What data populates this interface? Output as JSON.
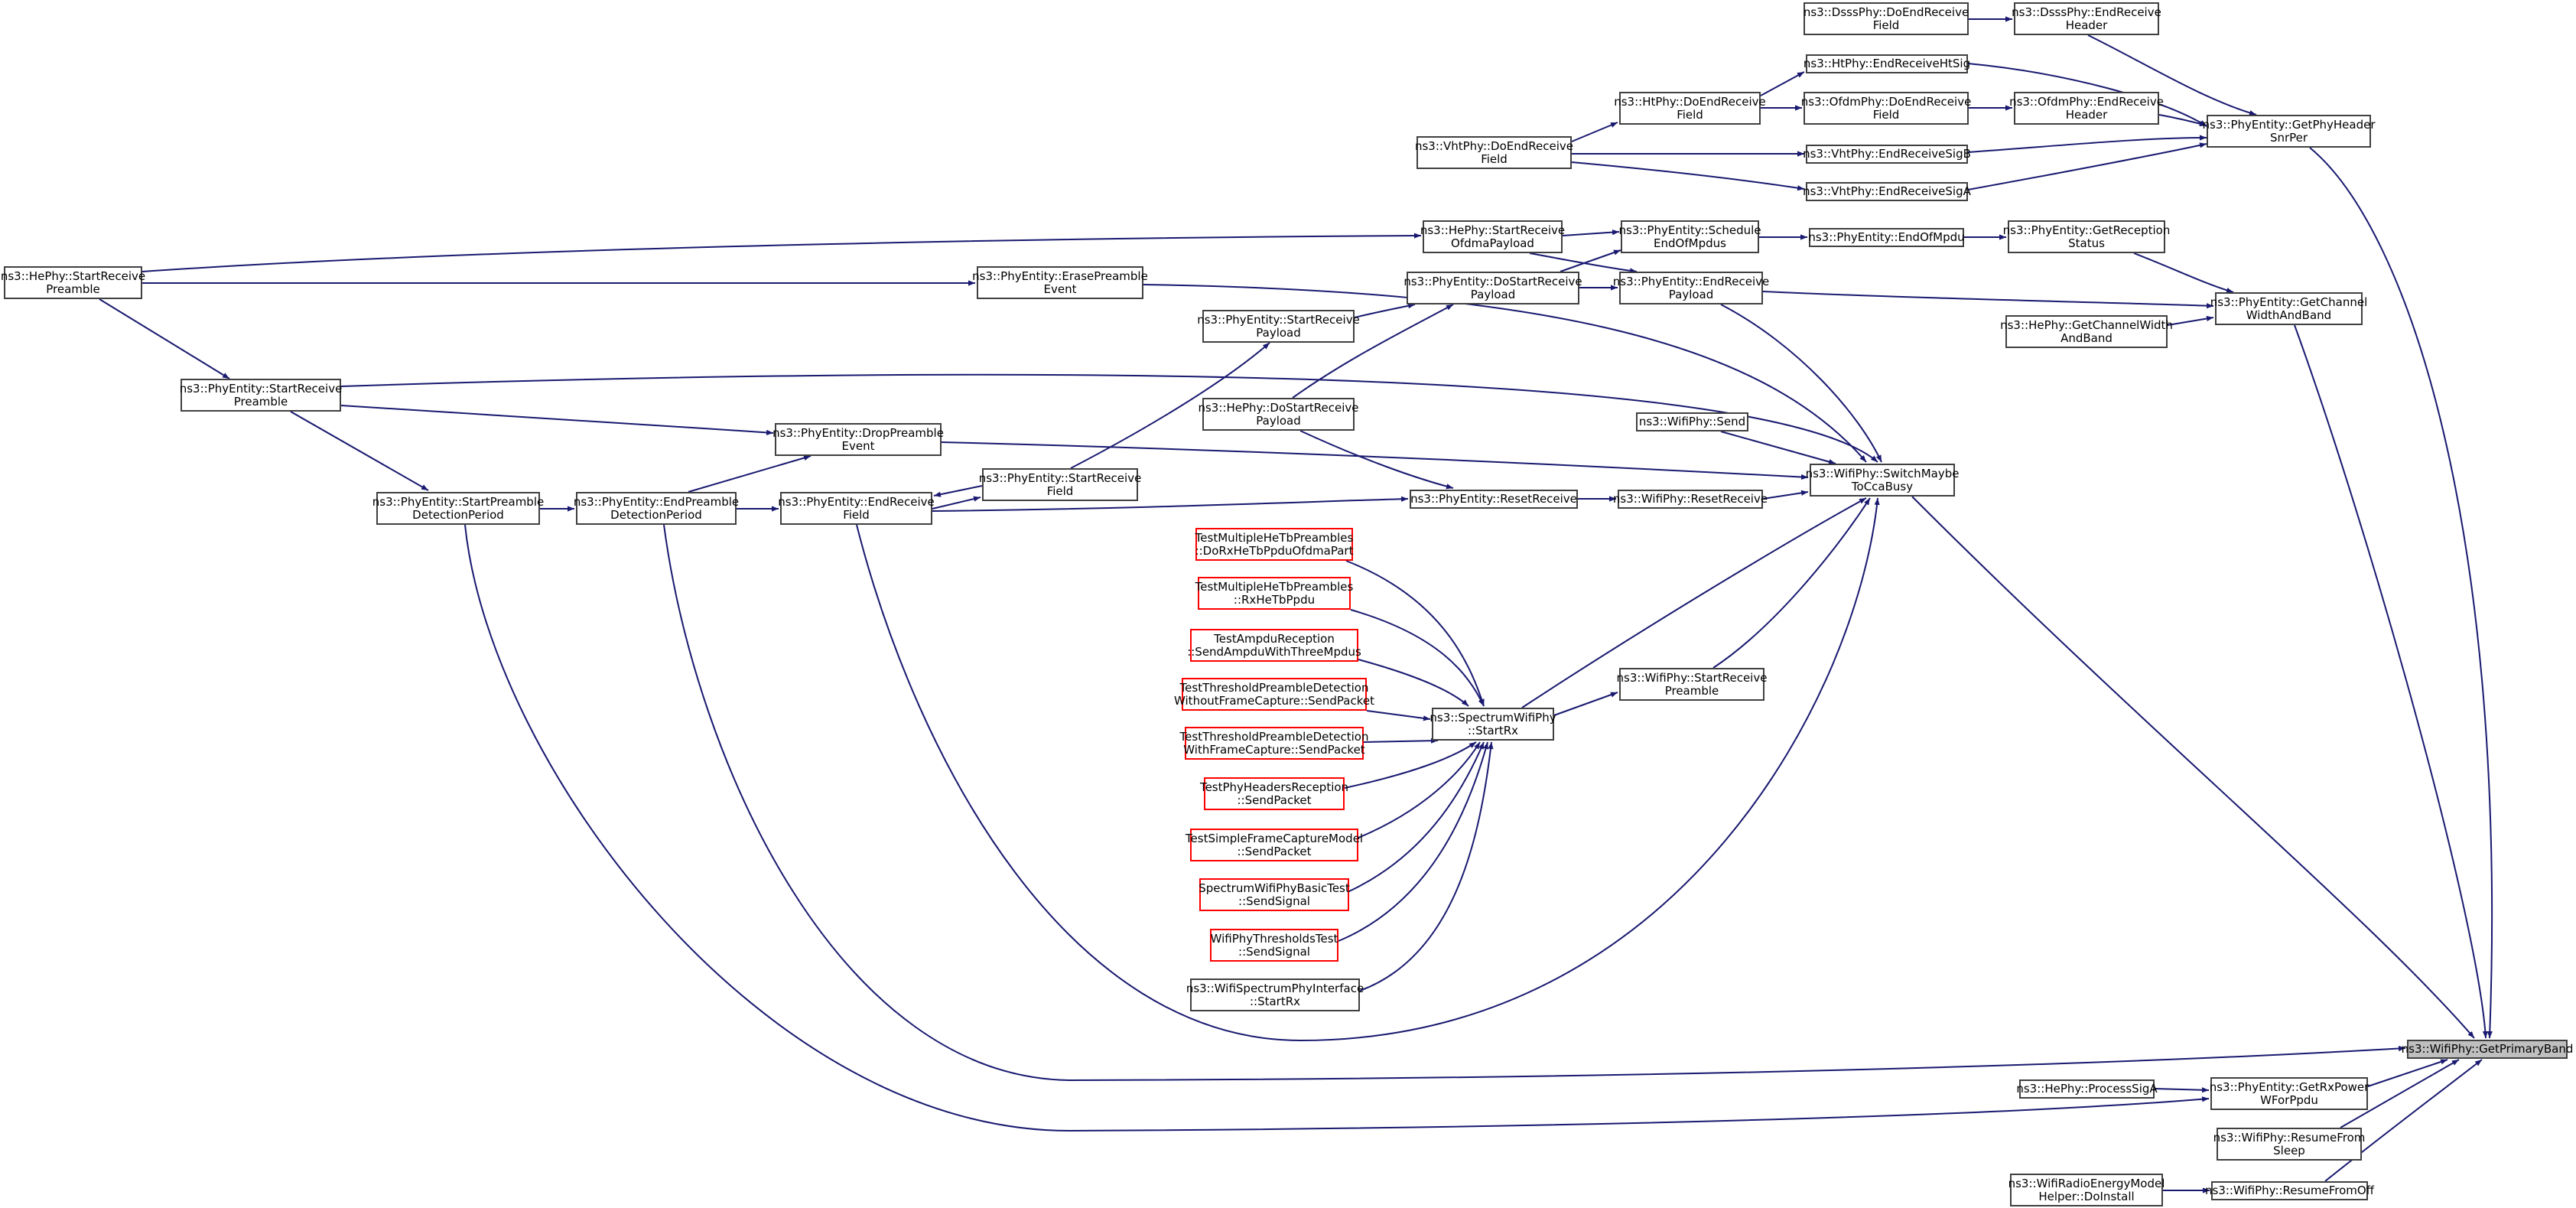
{
  "style": {
    "edge_color": "#191970",
    "node_border": "#404040",
    "test_node_border": "#ff0000",
    "focus_fill": "#bfbfbf"
  },
  "nodes": {
    "dsss_do_end": "ns3::DsssPhy::DoEndReceive\nField",
    "dsss_end": "ns3::DsssPhy::EndReceive\nHeader",
    "ht_end_sig": "ns3::HtPhy::EndReceiveHtSig",
    "ht_do_end": "ns3::HtPhy::DoEndReceive\nField",
    "ofdm_do_end": "ns3::OfdmPhy::DoEndReceive\nField",
    "ofdm_end": "ns3::OfdmPhy::EndReceive\nHeader",
    "vht_do_end": "ns3::VhtPhy::DoEndReceive\nField",
    "vht_sigb": "ns3::VhtPhy::EndReceiveSigB",
    "vht_siga": "ns3::VhtPhy::EndReceiveSigA",
    "get_phy_header_snr": "ns3::PhyEntity::GetPhyHeader\nSnrPer",
    "he_start_preamble": "ns3::HePhy::StartReceive\nPreamble",
    "he_start_ofdma": "ns3::HePhy::StartReceive\nOfdmaPayload",
    "schedule_end": "ns3::PhyEntity::Schedule\nEndOfMpdus",
    "end_of_mpdu": "ns3::PhyEntity::EndOfMpdu",
    "get_reception_status": "ns3::PhyEntity::GetReception\nStatus",
    "erase_preamble": "ns3::PhyEntity::ErasePreamble\nEvent",
    "do_start_payload": "ns3::PhyEntity::DoStartReceive\nPayload",
    "end_payload": "ns3::PhyEntity::EndReceive\nPayload",
    "get_channel_width": "ns3::PhyEntity::GetChannel\nWidthAndBand",
    "start_payload": "ns3::PhyEntity::StartReceive\nPayload",
    "he_get_channel_width": "ns3::HePhy::GetChannelWidth\nAndBand",
    "pe_start_preamble": "ns3::PhyEntity::StartReceive\nPreamble",
    "he_do_start_payload": "ns3::HePhy::DoStartReceive\nPayload",
    "wifi_send": "ns3::WifiPhy::Send",
    "drop_preamble": "ns3::PhyEntity::DropPreamble\nEvent",
    "switch_maybe": "ns3::WifiPhy::SwitchMaybe\nToCcaBusy",
    "start_field": "ns3::PhyEntity::StartReceive\nField",
    "start_preamble_detection": "ns3::PhyEntity::StartPreamble\nDetectionPeriod",
    "end_preamble_detection": "ns3::PhyEntity::EndPreamble\nDetectionPeriod",
    "end_field": "ns3::PhyEntity::EndReceive\nField",
    "reset_receive": "ns3::PhyEntity::ResetReceive",
    "wifi_reset_receive": "ns3::WifiPhy::ResetReceive",
    "t_ofdma_part": "TestMultipleHeTbPreambles\n::DoRxHeTbPpduOfdmaPart",
    "t_rx_he_tb": "TestMultipleHeTbPreambles\n::RxHeTbPpdu",
    "t_ampdu": "TestAmpduReception\n::SendAmpduWithThreeMpdus",
    "t_thresh_without": "TestThresholdPreambleDetection\nWithoutFrameCapture::SendPacket",
    "t_thresh_with": "TestThresholdPreambleDetection\nWithFrameCapture::SendPacket",
    "t_headers": "TestPhyHeadersReception\n::SendPacket",
    "t_capture": "TestSimpleFrameCaptureModel\n::SendPacket",
    "t_basic": "SpectrumWifiPhyBasicTest\n::SendSignal",
    "t_thresholds": "WifiPhyThresholdsTest\n::SendSignal",
    "spectrum_iface": "ns3::WifiSpectrumPhyInterface\n::StartRx",
    "spectrum_start_rx": "ns3::SpectrumWifiPhy\n::StartRx",
    "wifi_start_preamble": "ns3::WifiPhy::StartReceive\nPreamble",
    "get_primary_band": "ns3::WifiPhy::GetPrimaryBand",
    "he_process_siga": "ns3::HePhy::ProcessSigA",
    "get_rx_power": "ns3::PhyEntity::GetRxPower\nWForPpdu",
    "resume_sleep": "ns3::WifiPhy::ResumeFrom\nSleep",
    "energy_install": "ns3::WifiRadioEnergyModel\nHelper::DoInstall",
    "resume_off": "ns3::WifiPhy::ResumeFromOff"
  }
}
